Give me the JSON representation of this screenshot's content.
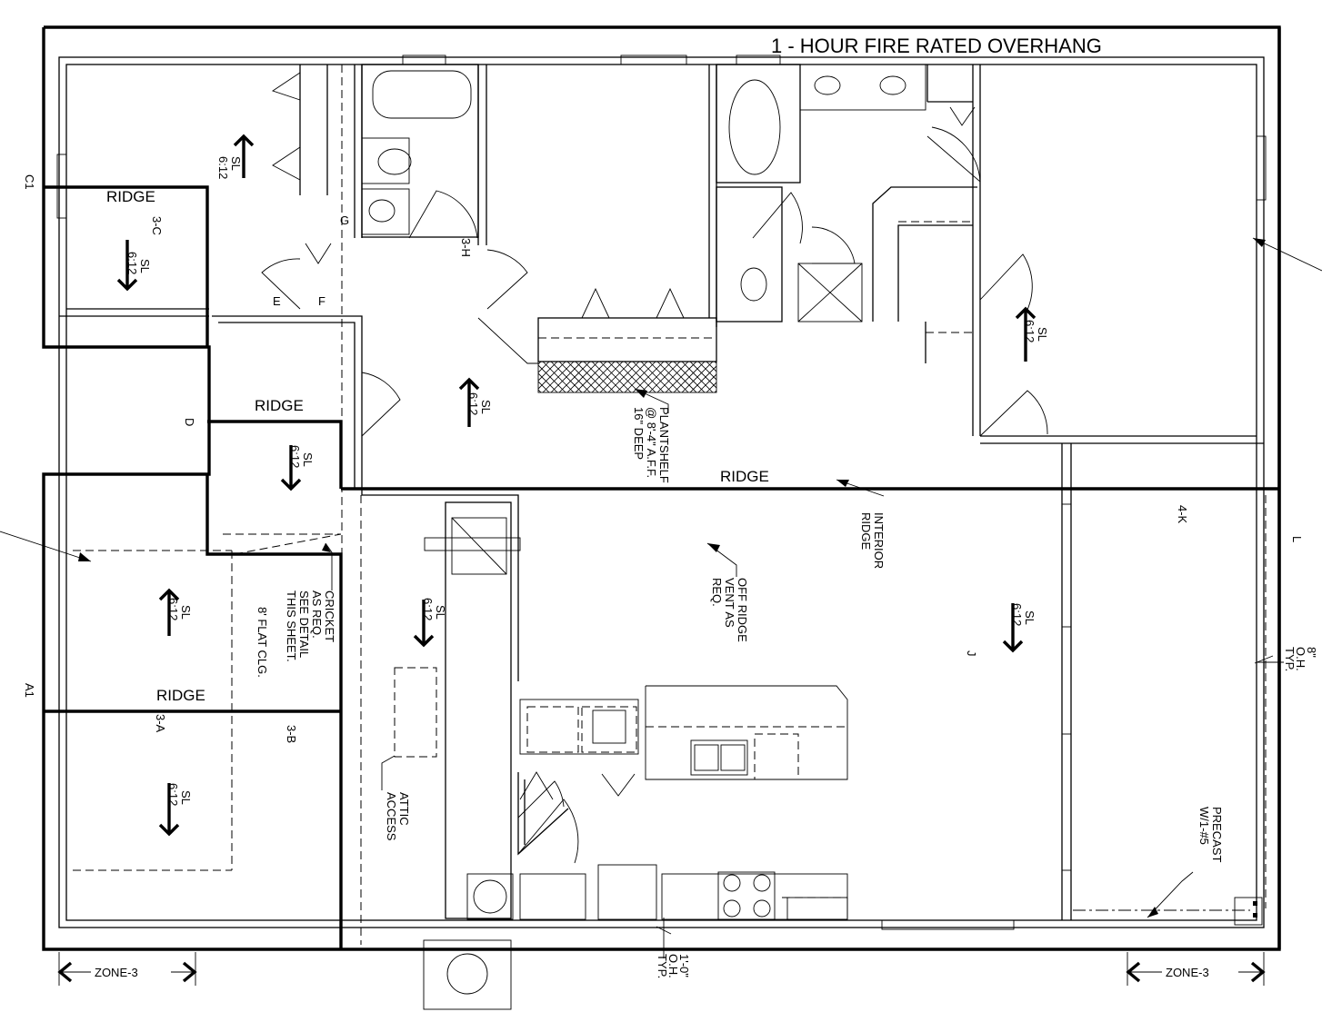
{
  "title": "1 - HOUR FIRE RATED OVERHANG",
  "ridges": [
    "RIDGE",
    "RIDGE",
    "RIDGE",
    "RIDGE"
  ],
  "slope": {
    "sl": "SL",
    "pitch": "6:12"
  },
  "grid_marks": {
    "c1": "C1",
    "a1": "A1",
    "d": "D",
    "l": "L"
  },
  "room_labels": {
    "r3c": "3-C",
    "r3h": "3-H",
    "r3a": "3-A",
    "r3b": "3-B",
    "r4k": "4-K",
    "j": "J",
    "g": "G",
    "e": "E",
    "f": "F"
  },
  "notes": {
    "plantshelf": [
      "PLANTSHELF",
      "@ 8'-4\" A.F.F.",
      "16\" DEEP"
    ],
    "interior_ridge": [
      "INTERIOR",
      "RIDGE"
    ],
    "off_ridge_vent": [
      "OFF RIDGE",
      "VENT AS",
      "REQ."
    ],
    "cricket": [
      "CRICKET",
      "AS REQ.",
      "SEE DETAIL",
      "THIS SHEET."
    ],
    "flat_clg": "8' FLAT CLG.",
    "attic_access": [
      "ATTIC",
      "ACCESS"
    ],
    "precast": [
      "PRECAST",
      "W/1-#5"
    ],
    "oh_8": [
      "8\"",
      "O.H.",
      "TYP."
    ],
    "oh_1": [
      "1'-0\"",
      "O.H.",
      "TYP."
    ]
  },
  "zones": {
    "left": "ZONE-3",
    "right": "ZONE-3"
  }
}
